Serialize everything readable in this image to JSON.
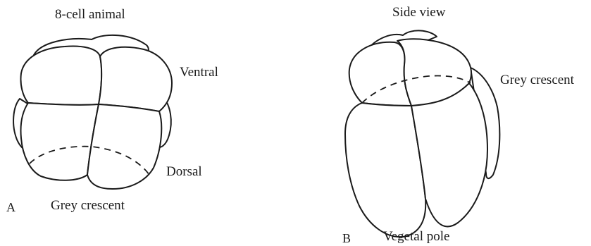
{
  "panel_a": {
    "letter": "A",
    "labels": {
      "top": "8-cell animal",
      "ventral": "Ventral",
      "dorsal": "Dorsal",
      "grey_crescent": "Grey crescent"
    }
  },
  "panel_b": {
    "letter": "B",
    "labels": {
      "top": "Side view",
      "grey_crescent": "Grey crescent",
      "bottom": "Vegetal pole"
    }
  },
  "colors": {
    "ink": "#1a1a1a",
    "background": "#ffffff"
  }
}
